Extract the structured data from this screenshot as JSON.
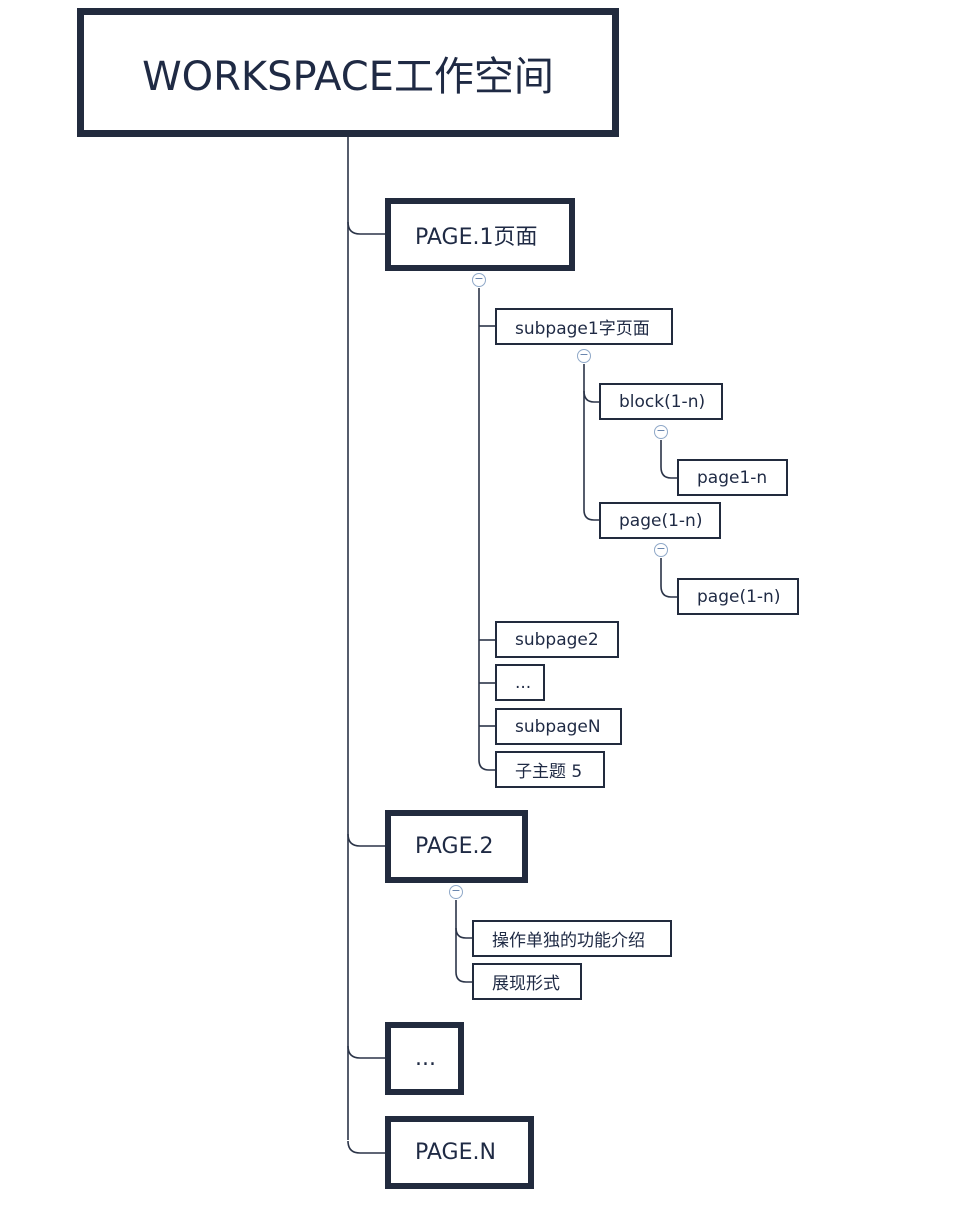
{
  "root": {
    "label": "WORKSPACE工作空间"
  },
  "page1": {
    "label": "PAGE.1页面",
    "children": {
      "subpage1": {
        "label": "subpage1字页面",
        "block": {
          "label": "block(1-n)",
          "child": "page1-n"
        },
        "page": {
          "label": "page(1-n)",
          "child": "page(1-n)"
        }
      },
      "subpage2": "subpage2",
      "ellipsis": "...",
      "subpageN": "subpageN",
      "topic5": "子主题 5"
    }
  },
  "page2": {
    "label": "PAGE.2",
    "children": [
      "操作单独的功能介绍",
      "展现形式"
    ]
  },
  "ellipsis_page": {
    "label": "..."
  },
  "pageN": {
    "label": "PAGE.N"
  },
  "collapse_symbol": "−",
  "colors": {
    "border": "#222b3e",
    "text": "#1f2a44",
    "line": "#222b3e",
    "collapse": "#8fa8c8"
  }
}
